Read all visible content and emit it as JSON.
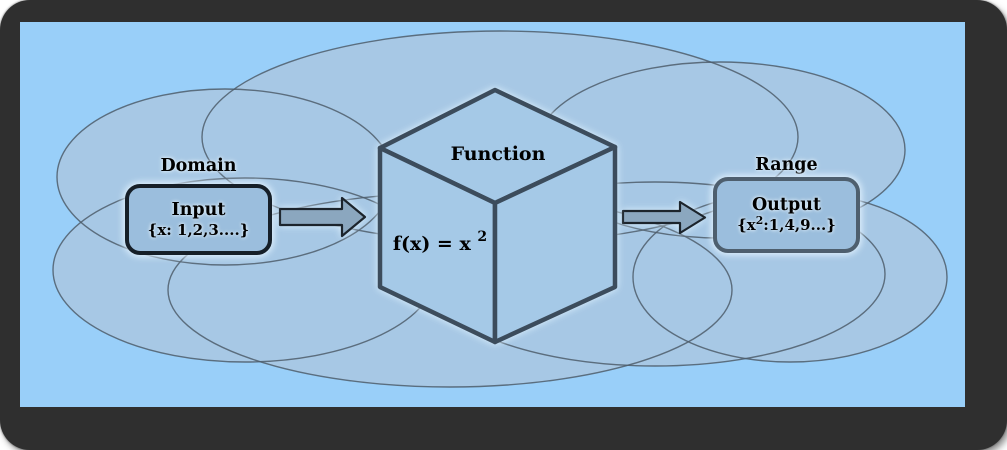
{
  "colors": {
    "frame": "#2f2f2f",
    "canvas_bg": "#99cff9",
    "cloud_fill": "#a7c8e5",
    "cloud_stroke": "#4d5d6b",
    "box_fill": "#9bbedd",
    "input_box_border": "#161f28",
    "output_box_border": "#4e5f6e",
    "cube_fill": "#a5c9e7",
    "cube_stroke": "#3c4c5c",
    "arrow_fill": "#8ba7bf",
    "arrow_stroke": "#1c242c",
    "text": "#000000"
  },
  "domain": {
    "title": "Domain",
    "box_label": "Input",
    "box_set": "{x: 1,2,3....}"
  },
  "function": {
    "title": "Function",
    "formula_base": "f(x) = x",
    "formula_exponent": "2"
  },
  "range": {
    "title": "Range",
    "box_label": "Output",
    "set_prefix": "{x",
    "set_exponent": "2",
    "set_suffix": ":1,4,9...}"
  }
}
